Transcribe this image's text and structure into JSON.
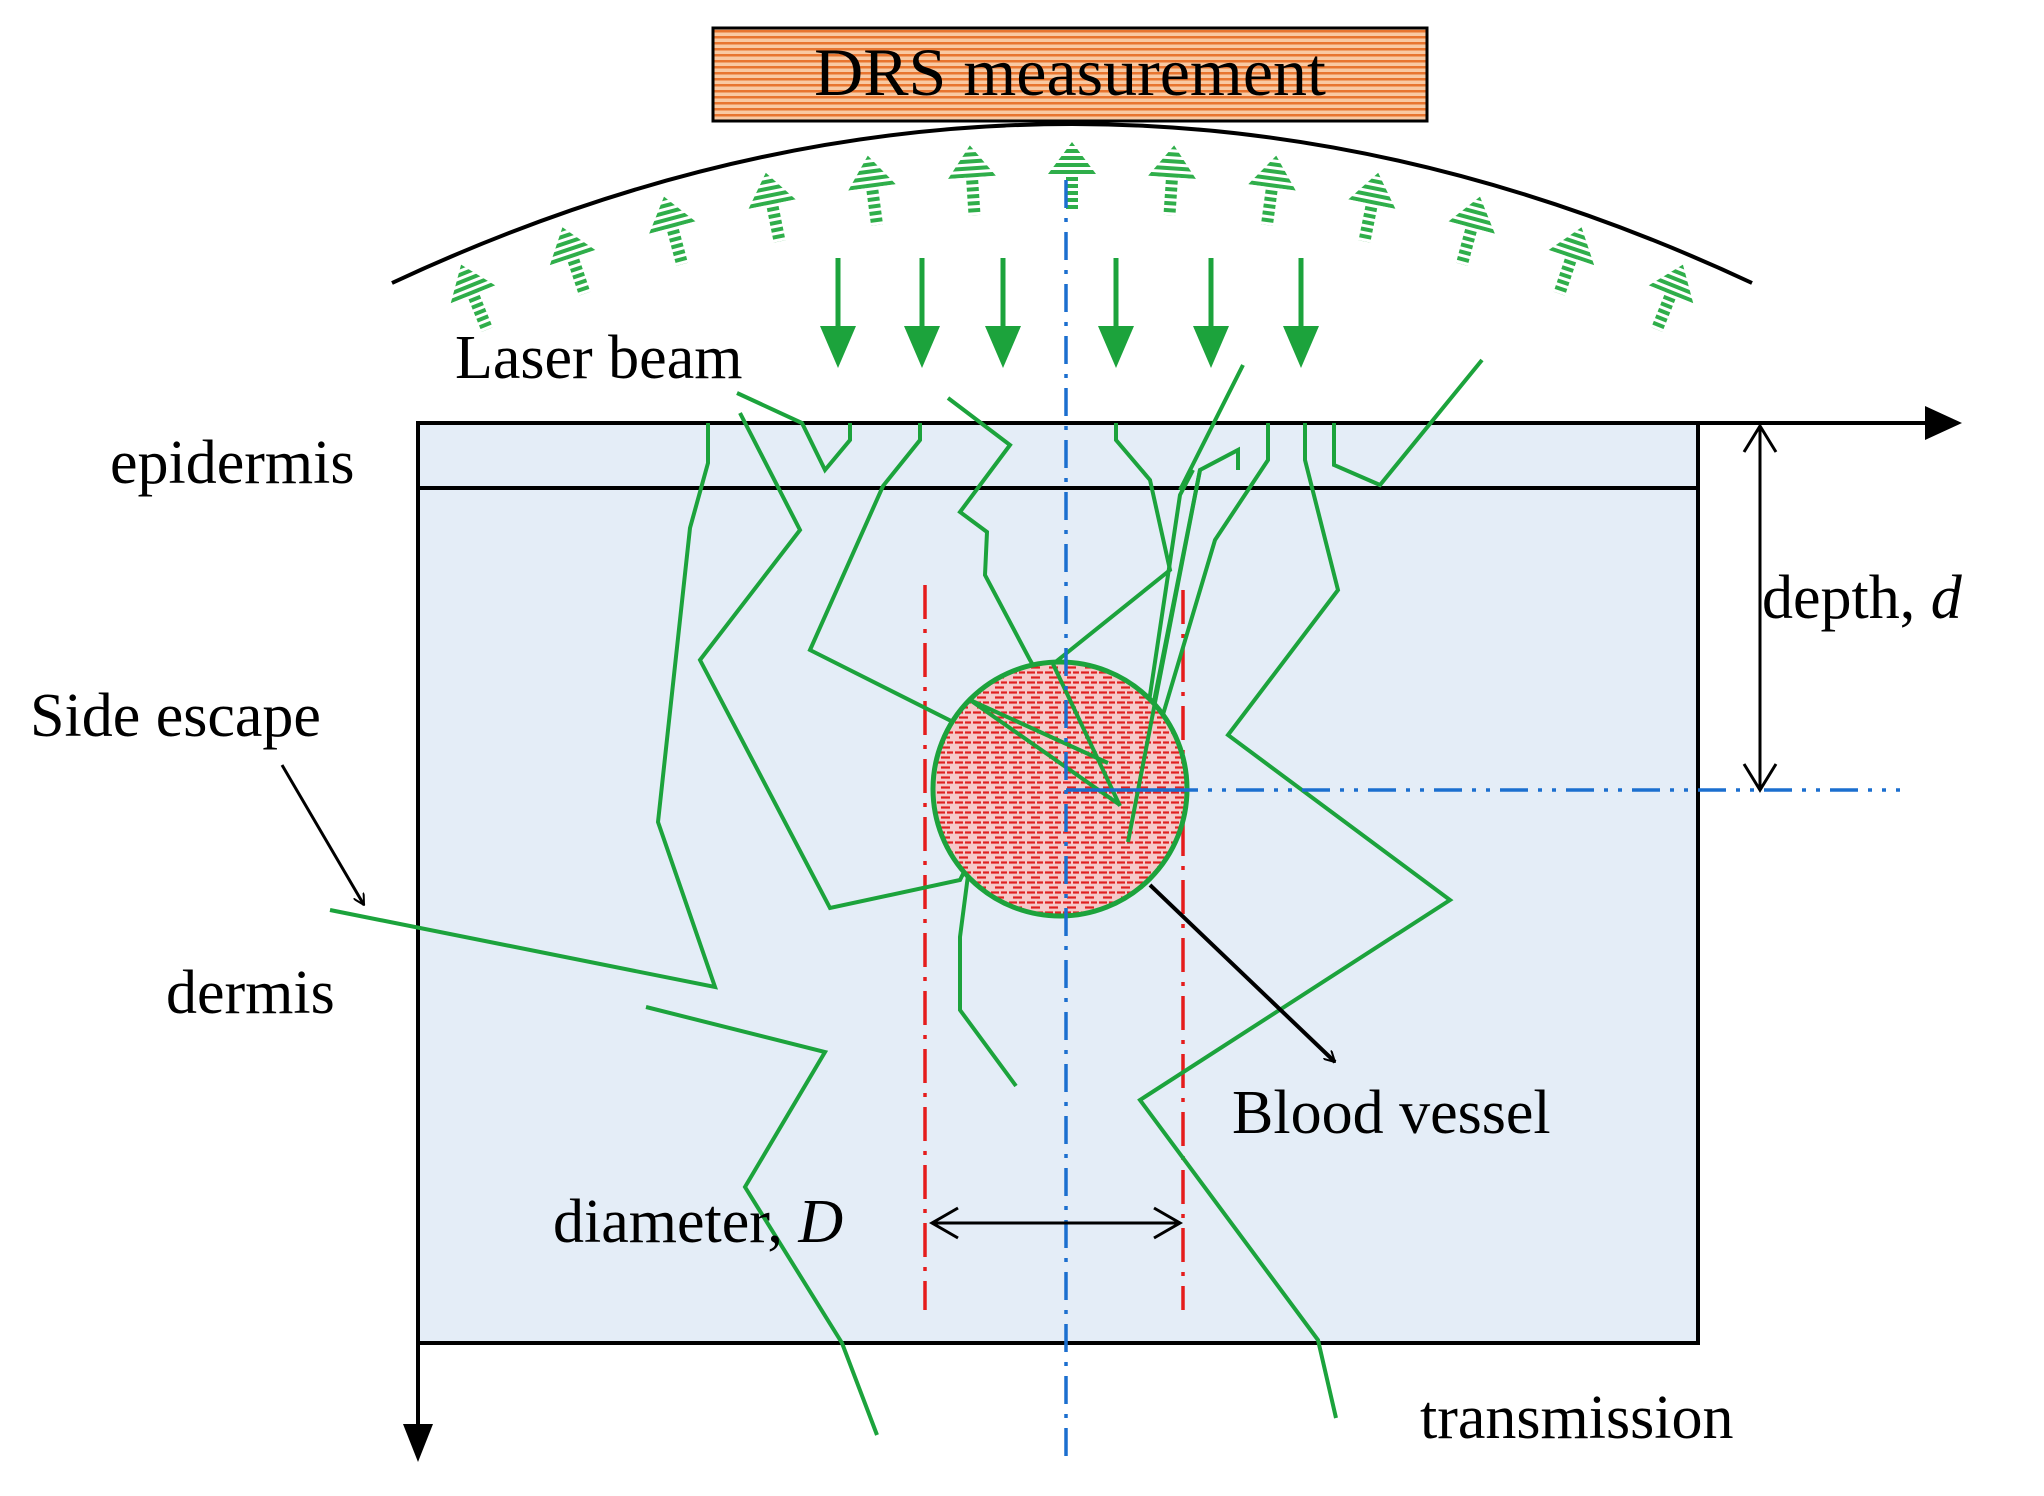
{
  "header": {
    "title": "DRS measurement"
  },
  "labels": {
    "laser_beam": "Laser beam",
    "epidermis": "epidermis",
    "dermis": "dermis",
    "side_escape": "Side escape",
    "depth_text": "depth, ",
    "depth_symbol": "d",
    "diameter_text": "diameter, ",
    "diameter_symbol": "D",
    "blood_vessel": "Blood vessel",
    "transmission": "transmission"
  },
  "colors": {
    "photon_path": "#1ca33c",
    "reflected_arrow": "#2fae4a",
    "tissue_fill": "#e4edf7",
    "vessel_fill": "#f2b8b8",
    "vessel_hatch": "#e02020",
    "red_guides": "#e51c1c",
    "blue_axis": "#1b6fcf",
    "title_fill": "#f7b98a",
    "title_hatch": "#e8752f"
  }
}
